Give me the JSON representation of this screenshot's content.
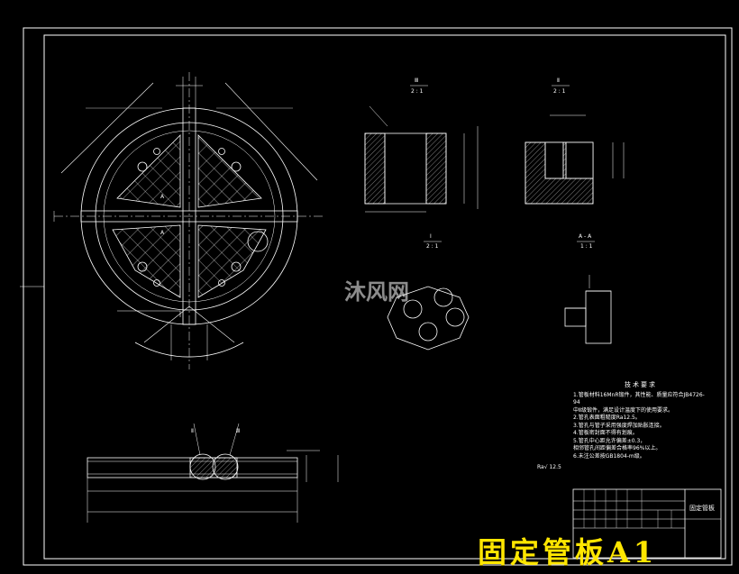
{
  "drawing": {
    "title": "固定管板A1",
    "watermark": "沐风网",
    "title_block_name": "固定管板",
    "tech_requirements_heading": "技术要求",
    "tech_requirements_lines": [
      "1.管板材料16MnR锻件，其性能、质量应符合JB4726-94",
      "中Ⅱ级锻件，满足设计温度下的使用要求。",
      "2.管孔表面粗糙度Ra12.5。",
      "3.管孔与管子采用强度焊加贴胀连接。",
      "4.管板密封面不得有划痕。",
      "5.管孔中心距允许偏差±0.3，",
      "相邻管孔间距偏差合格率96%以上。",
      "6.未注公差按GB1804-m级。"
    ],
    "roughness_note": "Ra√ 12.5",
    "section_labels": {
      "view1_top": "Ⅲ",
      "view1_ratio": "2 : 1",
      "view2_top": "Ⅱ",
      "view2_ratio": "2 : 1",
      "view3_top": "Ⅰ",
      "view3_ratio": "2 : 1",
      "view4_top": "A - A",
      "view4_ratio": "1 : 1"
    },
    "callouts": [
      "Ⅱ",
      "Ⅲ",
      "A",
      "A"
    ]
  }
}
